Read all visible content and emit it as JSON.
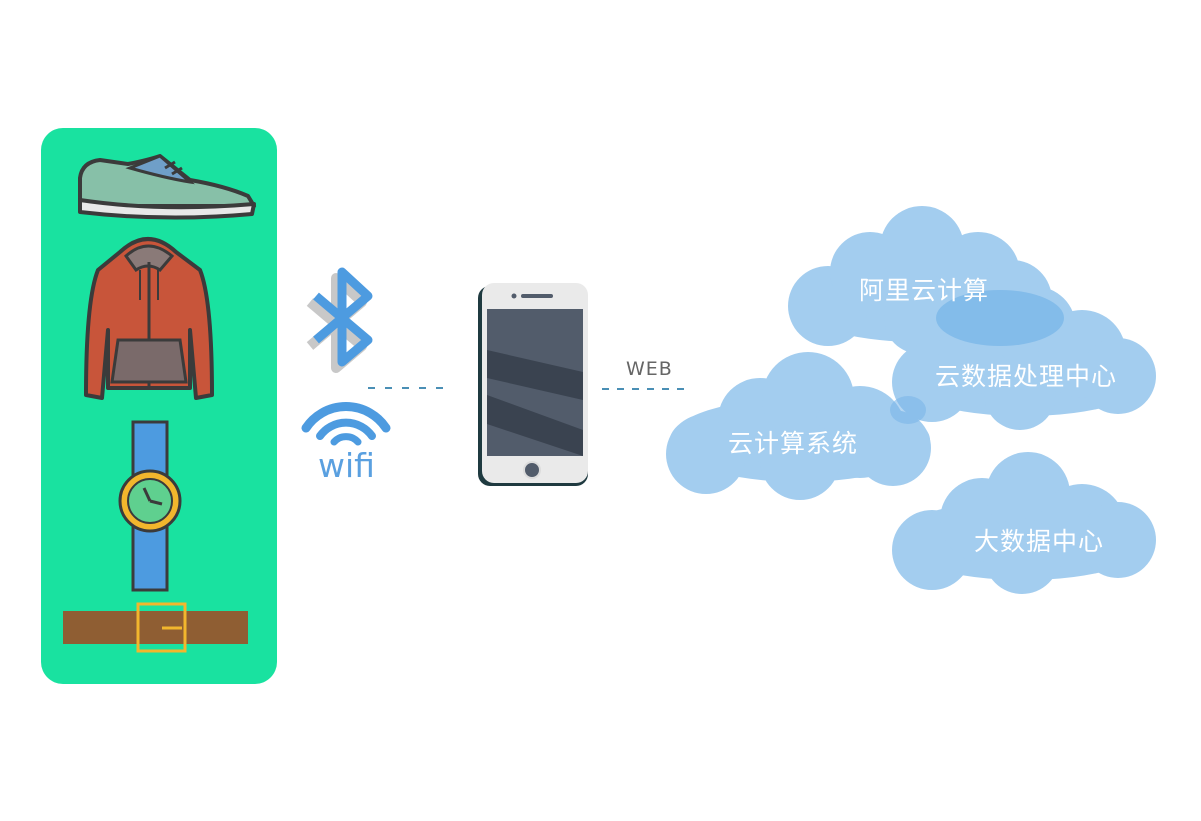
{
  "labels": {
    "wifi": "wifi",
    "web": "WEB"
  },
  "clouds": [
    {
      "name": "cloud-aliyun",
      "label": "阿里云计算"
    },
    {
      "name": "cloud-data-center",
      "label": "云数据处理中心"
    },
    {
      "name": "cloud-computing-system",
      "label": "云计算系统"
    },
    {
      "name": "cloud-big-data",
      "label": "大数据中心"
    }
  ],
  "colors": {
    "panel": "#19e2a0",
    "cloud": "#a3cdef",
    "cloud_overlap": "#78b5e8",
    "bluetooth": "#4d9be0",
    "wifi": "#4d9be0",
    "dashed_line": "#4a8fb5",
    "phone_screen": "#525c6b"
  },
  "icons": [
    "sneaker-icon",
    "hoodie-icon",
    "watch-icon",
    "belt-icon",
    "bluetooth-icon",
    "wifi-icon",
    "smartphone-icon"
  ]
}
